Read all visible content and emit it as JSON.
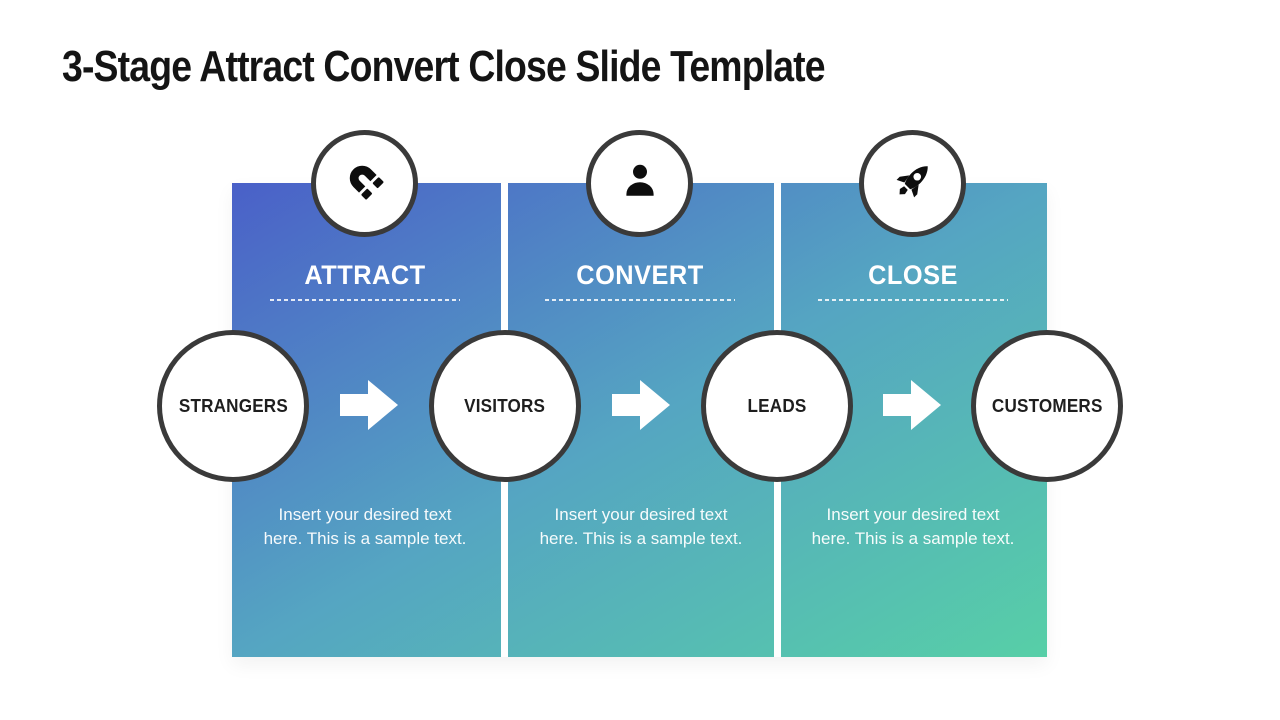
{
  "slide": {
    "title": "3-Stage Attract Convert Close Slide Template"
  },
  "stages": [
    {
      "name": "ATTRACT",
      "icon": "magnet-icon",
      "description": "Insert your desired text here. This is a sample text."
    },
    {
      "name": "CONVERT",
      "icon": "person-icon",
      "description": "Insert your desired text here. This is a sample text."
    },
    {
      "name": "CLOSE",
      "icon": "rocket-icon",
      "description": "Insert your desired text here. This is a sample text."
    }
  ],
  "funnel_steps": [
    "STRANGERS",
    "VISITORS",
    "LEADS",
    "CUSTOMERS"
  ],
  "colors": {
    "gradient_start": "#4a60c8",
    "gradient_mid": "#55a5c2",
    "gradient_end": "#57cfa7",
    "circle_border": "#3a3a3a",
    "circle_fill": "#ffffff",
    "icon_color": "#0d0d0d",
    "panel_text": "#ffffff",
    "funnel_label_text": "#1e1e1e",
    "title_text": "#141414",
    "arrow_color": "#ffffff"
  }
}
